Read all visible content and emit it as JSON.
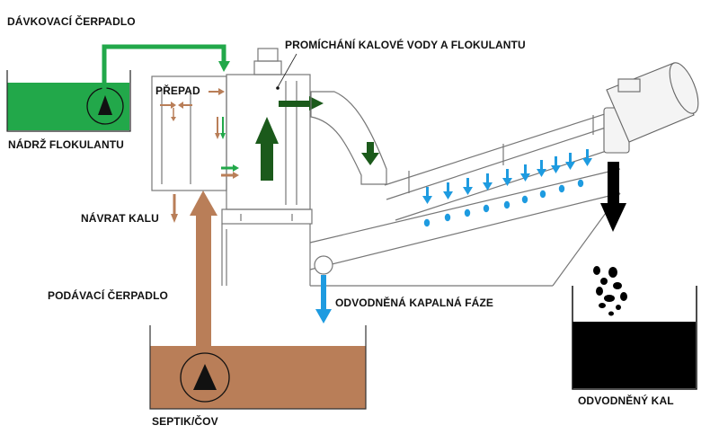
{
  "labels": {
    "dosing_pump": "DÁVKOVACÍ ČERPADLO",
    "flocculant_tank": "NÁDRŽ FLOKULANTU",
    "mixing": "PROMÍCHÁNÍ KALOVÉ VODY A FLOKULANTU",
    "overflow": "PŘEPAD",
    "sludge_return": "NÁVRAT KALU",
    "feed_pump": "PODÁVACÍ ČERPADLO",
    "dewatered_liquid": "ODVODNĚNÁ KAPALNÁ FÁZE",
    "septic": "SEPTIK/ČOV",
    "dewatered_sludge": "ODVODNĚNÝ KAL"
  },
  "colors": {
    "flocculant": "#22a84a",
    "sludge": "#b97e58",
    "liquid": "#1e9be0",
    "mixing_arrow": "#1f5e1f",
    "dark_green_arrow": "#1b5a1b",
    "cake": "#000000",
    "outline": "#6a6a6a"
  },
  "icons": [
    "pump-icon",
    "motor-icon",
    "arrow-icon",
    "droplet-icon"
  ]
}
